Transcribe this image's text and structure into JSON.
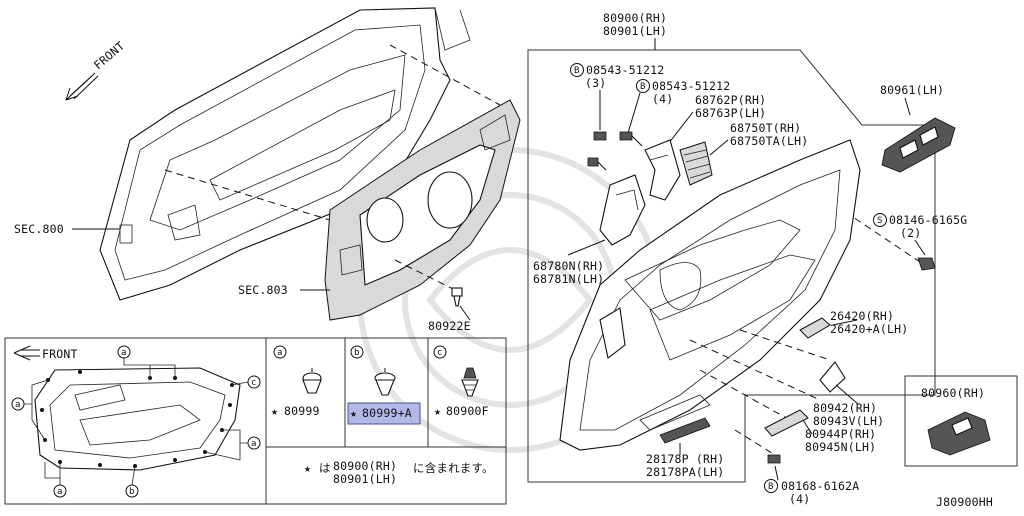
{
  "diagram_id": "J80900HH",
  "front_label": "FRONT",
  "labels": {
    "sec800": "SEC.800",
    "sec803": "SEC.803",
    "p80922e": "80922E",
    "p80900_rh": "80900(RH)",
    "p80901_lh": "80901(LH)",
    "b08543_a": "08543-51212",
    "b08543_a_qty": "(3)",
    "b08543_b": "08543-51212",
    "b08543_b_qty": "(4)",
    "p68762p": "68762P(RH)",
    "p68763p": "68763P(LH)",
    "p68750t": "68750T(RH)",
    "p68750ta": "68750TA(LH)",
    "p80961": "80961(LH)",
    "s08146": "08146-6165G",
    "s08146_qty": "(2)",
    "p68780n": "68780N(RH)",
    "p68781n": "68781N(LH)",
    "p26420": "26420(RH)",
    "p26420a": "26420+A(LH)",
    "p80942": "80942(RH)",
    "p80943v": "80943V(LH)",
    "p80944p": "80944P(RH)",
    "p80945n": "80945N(LH)",
    "p28178p": "28178P (RH)",
    "p28178pa": "28178PA(LH)",
    "b08168": "08168-6162A",
    "b08168_qty": "(4)",
    "p80960": "80960(RH)",
    "bolt_b": "B",
    "bolt_s": "S"
  },
  "inset": {
    "callout_a": "a",
    "callout_b": "b",
    "callout_c": "c",
    "clip_a_part": "80999",
    "clip_b_part": "80999+A",
    "clip_c_part": "80900F",
    "star": "★",
    "note_star": "★",
    "note_line1_part": "80900(RH)",
    "note_line1_suffix": "に含まれます。",
    "note_line1_prefix": "は",
    "note_line2_part": "80901(LH)"
  },
  "colors": {
    "highlight": "#b3b9e6",
    "line": "#111111"
  }
}
